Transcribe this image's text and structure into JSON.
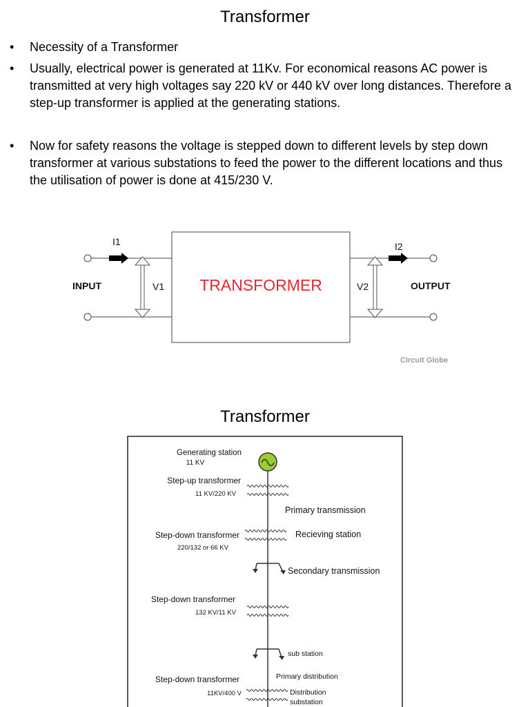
{
  "slide1": {
    "title": "Transformer",
    "bullets": [
      "Necessity of a Transformer",
      "Usually, electrical power is generated at 11Kv. For economical reasons AC power is transmitted at very high voltages say 220 kV or 440 kV over long distances. Therefore a step-up transformer is applied at the generating stations.",
      "Now for safety reasons the voltage is stepped down to different levels by step down transformer at various substations to feed the power to the different locations and thus the utilisation of power is done at 415/230 V."
    ],
    "bullet_symbol": "•",
    "diagram": {
      "box_label": "TRANSFORMER",
      "input_label": "INPUT",
      "output_label": "OUTPUT",
      "i1": "I1",
      "i2": "I2",
      "v1": "V1",
      "v2": "V2",
      "watermark": "Circuit Globe",
      "box_label_color": "#e8262d"
    }
  },
  "slide2": {
    "title": "Transformer",
    "diagram": {
      "generating_station": "Generating station",
      "gen_voltage": "11 KV",
      "stepup": "Step-up transformer",
      "stepup_voltage": "11 KV/220 KV",
      "primary_transmission": "Primary transmission",
      "stepdown1": "Step-down transformer",
      "stepdown1_voltage": "220/132 or 66 KV",
      "receiving_station": "Recieving station",
      "secondary_transmission": "Secondary transmission",
      "stepdown2": "Step-down transformer",
      "stepdown2_voltage": "132 KV/11 KV",
      "sub_station": "sub station",
      "primary_distribution": "Primary distribution",
      "stepdown3": "Step-down transformer",
      "stepdown3_voltage": "11KV/400 V",
      "distribution": "Distribution",
      "substation": "substation",
      "generator_color": "#9acd32"
    }
  }
}
